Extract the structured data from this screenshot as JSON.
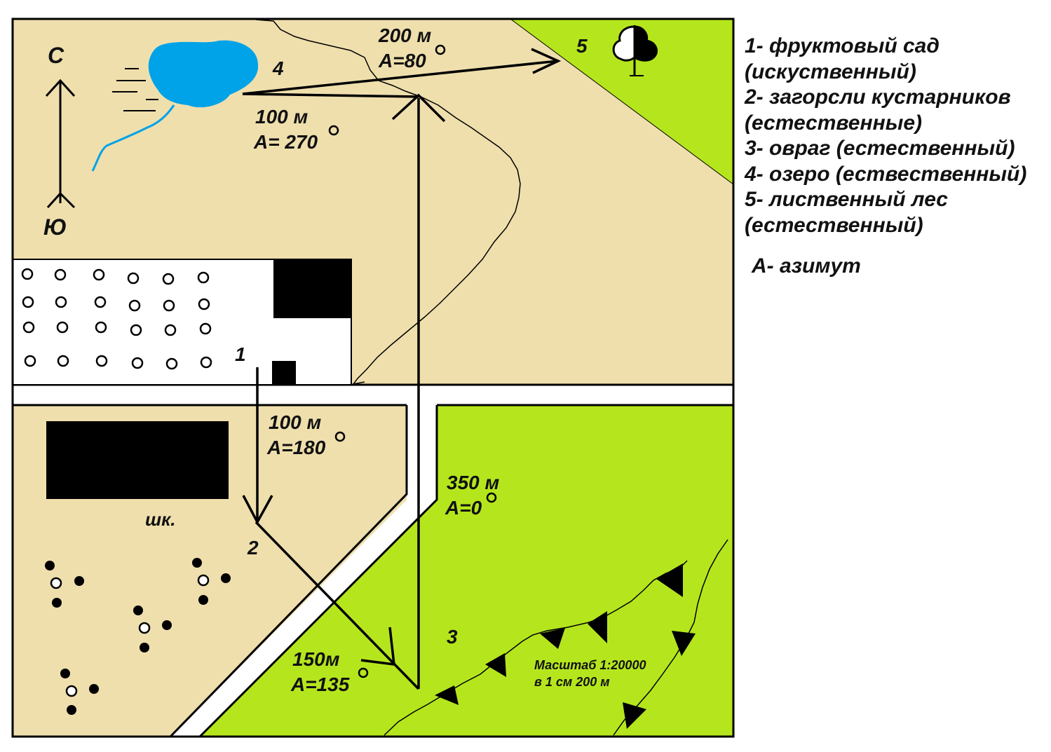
{
  "compass": {
    "north": "С",
    "south": "Ю"
  },
  "legend": {
    "items": [
      "1- фруктовый сад",
      "(искуственный)",
      "2- загорсли кустарников",
      "(естественные)",
      "3- овраг (естественный)",
      "4- озеро (ествественный)",
      "5- лиственный лес",
      "(естественный)"
    ],
    "azimuth_note": "А- азимут"
  },
  "feature_numbers": {
    "n1": "1",
    "n2": "2",
    "n3": "3",
    "n4": "4",
    "n5": "5"
  },
  "school_label": "шк.",
  "route": {
    "leg_north": {
      "distance": "350 м",
      "azimuth": "А=0"
    },
    "leg_west": {
      "distance": "100 м",
      "azimuth": "А= 270"
    },
    "leg_east": {
      "distance": "200 м",
      "azimuth": "А=80"
    },
    "leg_south": {
      "distance": "100 м",
      "azimuth": "А=180"
    },
    "leg_southeast": {
      "distance": "150м",
      "azimuth": "А=135"
    }
  },
  "scale": {
    "line1": "Масштаб 1:20000",
    "line2": "в 1 см 200 м"
  },
  "colors": {
    "sand": "#efdfad",
    "forest": "#b5e61d",
    "lake": "#00a2e8",
    "road": "#ffffff",
    "building": "#000000",
    "outline": "#000000"
  }
}
